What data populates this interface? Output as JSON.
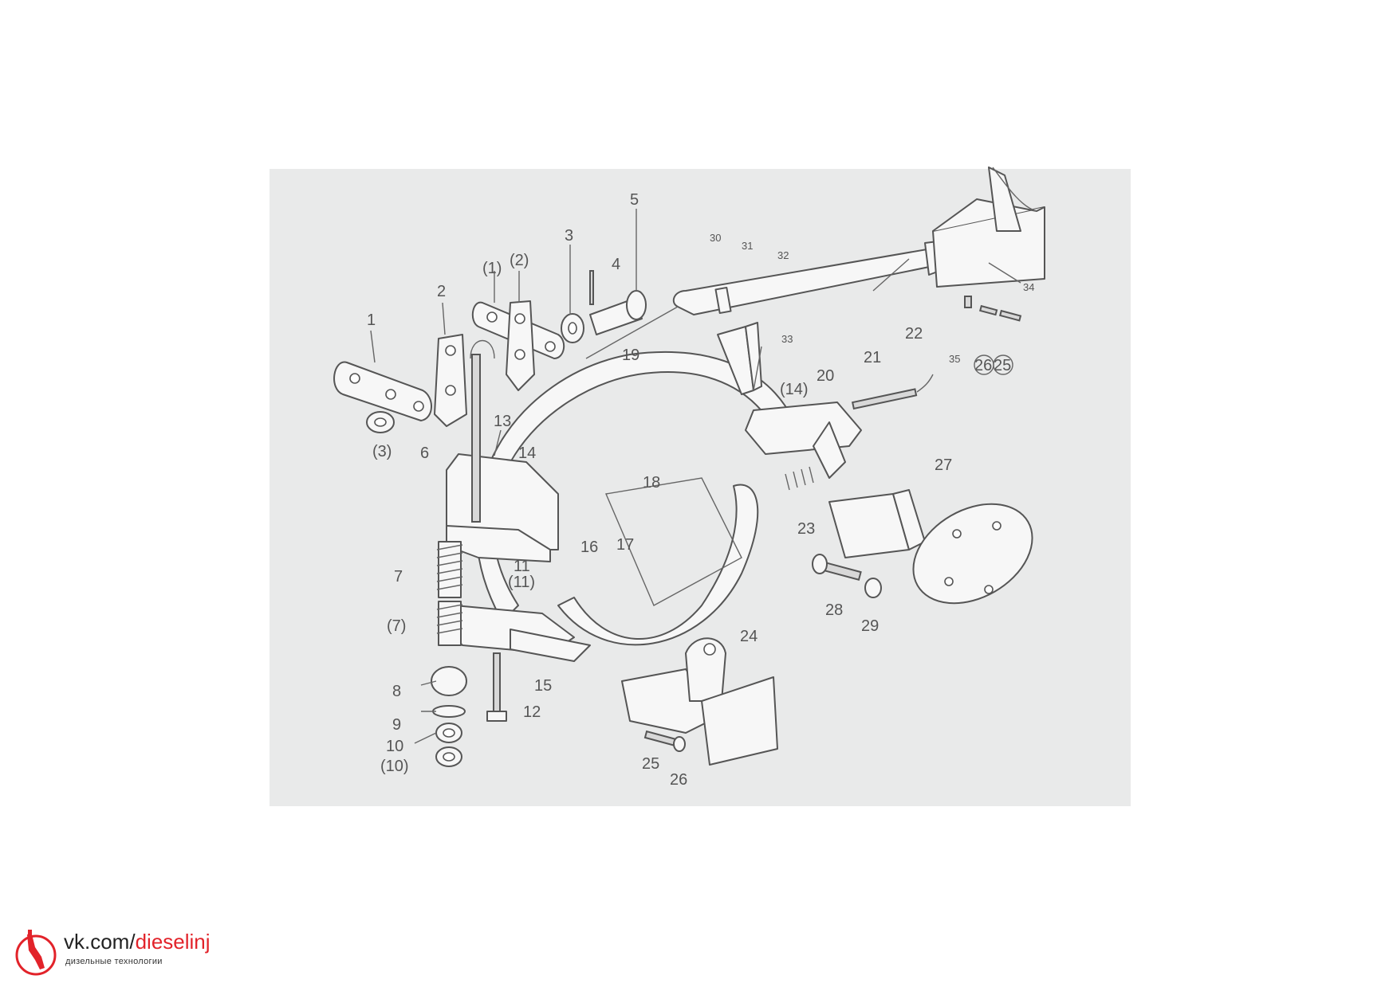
{
  "diagram": {
    "part_labels": [
      {
        "id": "1",
        "text": "1"
      },
      {
        "id": "2a",
        "text": "2"
      },
      {
        "id": "2b",
        "text": "(2)"
      },
      {
        "id": "1b",
        "text": "(1)"
      },
      {
        "id": "3a",
        "text": "3"
      },
      {
        "id": "3b",
        "text": "(3)"
      },
      {
        "id": "4",
        "text": "4"
      },
      {
        "id": "5",
        "text": "5"
      },
      {
        "id": "6",
        "text": "6"
      },
      {
        "id": "7a",
        "text": "7"
      },
      {
        "id": "7b",
        "text": "(7)"
      },
      {
        "id": "8",
        "text": "8"
      },
      {
        "id": "9",
        "text": "9"
      },
      {
        "id": "10a",
        "text": "10"
      },
      {
        "id": "10b",
        "text": "(10)"
      },
      {
        "id": "11a",
        "text": "11"
      },
      {
        "id": "11b",
        "text": "(11)"
      },
      {
        "id": "12",
        "text": "12"
      },
      {
        "id": "13",
        "text": "13"
      },
      {
        "id": "14a",
        "text": "14"
      },
      {
        "id": "14b",
        "text": "(14)"
      },
      {
        "id": "15",
        "text": "15"
      },
      {
        "id": "16",
        "text": "16"
      },
      {
        "id": "17",
        "text": "17"
      },
      {
        "id": "18",
        "text": "18"
      },
      {
        "id": "19",
        "text": "19"
      },
      {
        "id": "20",
        "text": "20"
      },
      {
        "id": "21",
        "text": "21"
      },
      {
        "id": "22",
        "text": "22"
      },
      {
        "id": "23",
        "text": "23"
      },
      {
        "id": "24",
        "text": "24"
      },
      {
        "id": "25a",
        "text": "25"
      },
      {
        "id": "25b",
        "text": "25"
      },
      {
        "id": "26a",
        "text": "26"
      },
      {
        "id": "26b",
        "text": "26"
      },
      {
        "id": "27",
        "text": "27"
      },
      {
        "id": "28",
        "text": "28"
      },
      {
        "id": "29",
        "text": "29"
      },
      {
        "id": "30",
        "text": "30"
      },
      {
        "id": "31",
        "text": "31"
      },
      {
        "id": "32",
        "text": "32"
      },
      {
        "id": "33",
        "text": "33"
      },
      {
        "id": "34",
        "text": "34"
      },
      {
        "id": "35",
        "text": "35"
      }
    ]
  },
  "watermark": {
    "url_prefix": "vk.com/",
    "url_accent": "dieselinj",
    "subtitle": "дизельные технологии",
    "logo_icon": "injector-icon",
    "accent_color": "#e2232a"
  }
}
